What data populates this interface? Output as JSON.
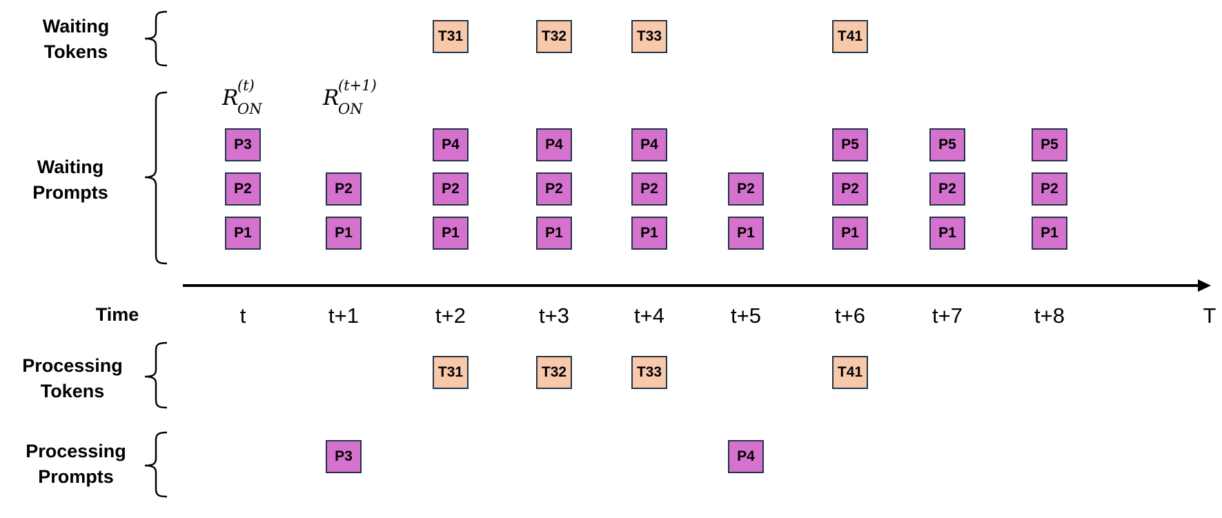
{
  "colors": {
    "prompt_fill": "#d472cd",
    "token_fill": "#f7c8aa",
    "box_border": "#1f3347",
    "axis": "#000000"
  },
  "row_labels": {
    "waiting_tokens": [
      "Waiting",
      "Tokens"
    ],
    "waiting_prompts": [
      "Waiting",
      "Prompts"
    ],
    "time": "Time",
    "processing_tokens": [
      "Processing",
      "Tokens"
    ],
    "processing_prompts": [
      "Processing",
      "Prompts"
    ]
  },
  "axis": {
    "ticks": [
      "t",
      "t+1",
      "t+2",
      "t+3",
      "t+4",
      "t+5",
      "t+6",
      "t+7",
      "t+8"
    ],
    "end_label": "T"
  },
  "annotations": [
    {
      "main": "R",
      "sup": "(t)",
      "sub": "ON",
      "step": 0
    },
    {
      "main": "R",
      "sup": "(t+1)",
      "sub": "ON",
      "step": 1
    }
  ],
  "timeline": [
    {
      "step": 0,
      "waiting_tokens": [],
      "waiting_prompts": [
        "P1",
        "P2",
        "P3"
      ],
      "processing_tokens": [],
      "processing_prompts": []
    },
    {
      "step": 1,
      "waiting_tokens": [],
      "waiting_prompts": [
        "P1",
        "P2"
      ],
      "processing_tokens": [],
      "processing_prompts": [
        "P3"
      ]
    },
    {
      "step": 2,
      "waiting_tokens": [
        "T31"
      ],
      "waiting_prompts": [
        "P1",
        "P2",
        "P4"
      ],
      "processing_tokens": [
        "T31"
      ],
      "processing_prompts": []
    },
    {
      "step": 3,
      "waiting_tokens": [
        "T32"
      ],
      "waiting_prompts": [
        "P1",
        "P2",
        "P4"
      ],
      "processing_tokens": [
        "T32"
      ],
      "processing_prompts": []
    },
    {
      "step": 4,
      "waiting_tokens": [
        "T33"
      ],
      "waiting_prompts": [
        "P1",
        "P2",
        "P4"
      ],
      "processing_tokens": [
        "T33"
      ],
      "processing_prompts": []
    },
    {
      "step": 5,
      "waiting_tokens": [],
      "waiting_prompts": [
        "P1",
        "P2"
      ],
      "processing_tokens": [],
      "processing_prompts": [
        "P4"
      ]
    },
    {
      "step": 6,
      "waiting_tokens": [
        "T41"
      ],
      "waiting_prompts": [
        "P1",
        "P2",
        "P5"
      ],
      "processing_tokens": [
        "T41"
      ],
      "processing_prompts": []
    },
    {
      "step": 7,
      "waiting_tokens": [],
      "waiting_prompts": [
        "P1",
        "P2",
        "P5"
      ],
      "processing_tokens": [],
      "processing_prompts": []
    },
    {
      "step": 8,
      "waiting_tokens": [],
      "waiting_prompts": [
        "P1",
        "P2",
        "P5"
      ],
      "processing_tokens": [],
      "processing_prompts": []
    }
  ]
}
